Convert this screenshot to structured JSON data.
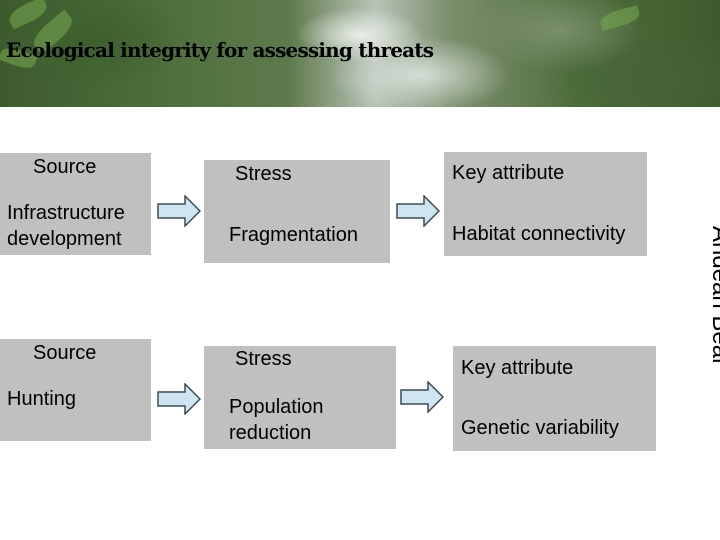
{
  "header": {
    "title": "Ecological integrity for assessing threats"
  },
  "side_label": "Andean Bear",
  "rows": [
    {
      "source": {
        "label": "Source",
        "value": "Infrastructure development"
      },
      "stress": {
        "label": "Stress",
        "value": "Fragmentation"
      },
      "key_attribute": {
        "label": "Key attribute",
        "value": "Habitat connectivity"
      }
    },
    {
      "source": {
        "label": "Source",
        "value": "Hunting"
      },
      "stress": {
        "label": "Stress",
        "value": "Population reduction"
      },
      "key_attribute": {
        "label": "Key attribute",
        "value": "Genetic variability"
      }
    }
  ],
  "colors": {
    "box_fill": "#c0c0c0",
    "arrow_fill": "#cde6f2",
    "arrow_stroke": "#3c4a55",
    "text": "#000000"
  },
  "icons": {
    "arrow": "right-arrow-icon"
  }
}
